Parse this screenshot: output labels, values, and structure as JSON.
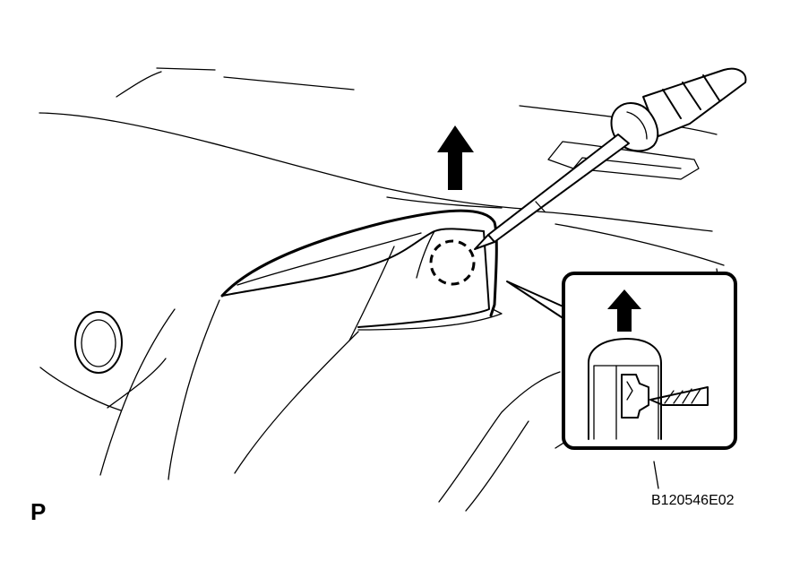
{
  "figure": {
    "view_label": "P",
    "code": "B120546E02"
  },
  "icons": {
    "pull_arrow": "up-arrow-icon",
    "detail_arrow": "up-arrow-icon",
    "tool": "screwdriver-icon",
    "clip_location": "dashed-circle-marker"
  }
}
